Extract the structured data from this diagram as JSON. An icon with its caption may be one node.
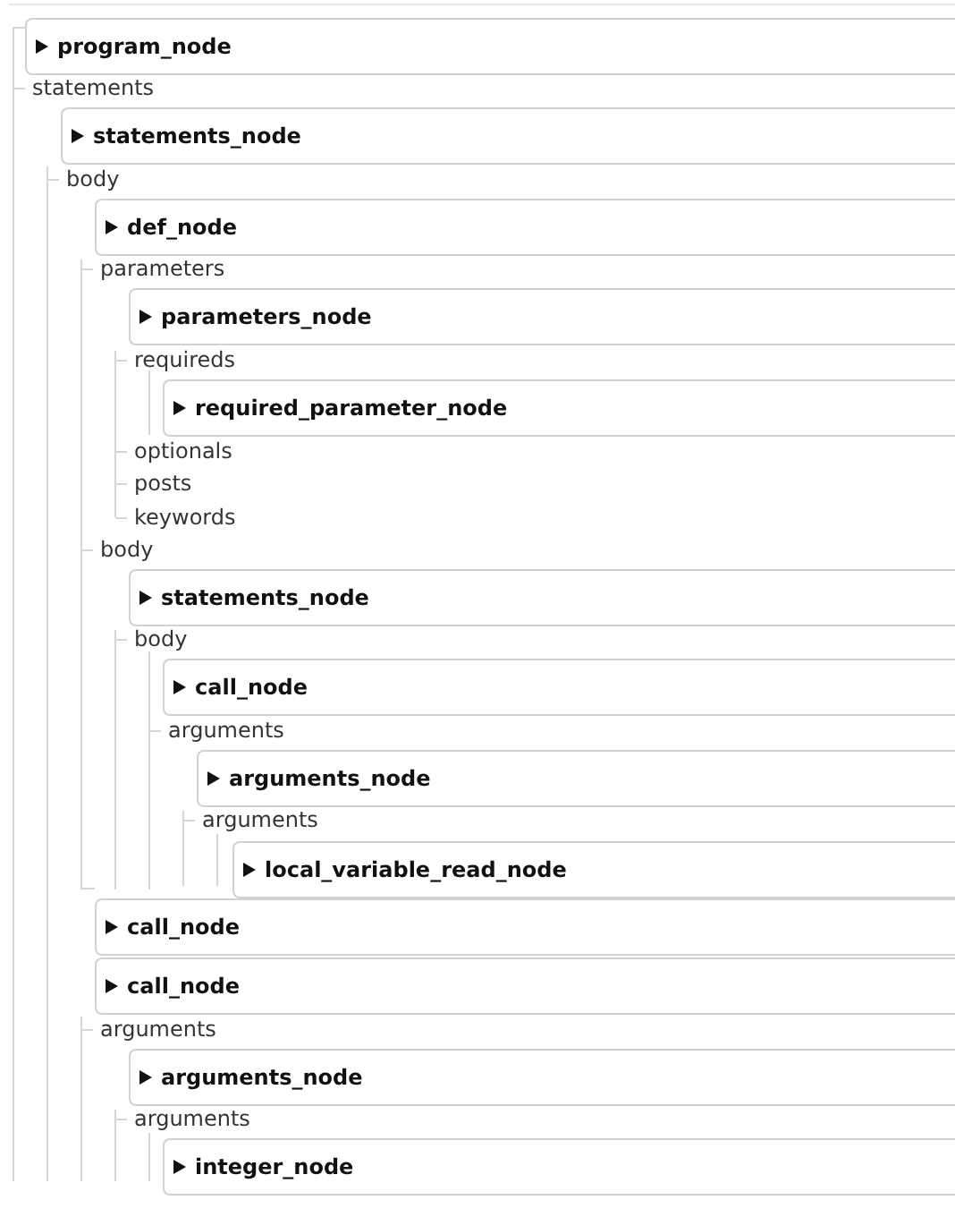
{
  "diagram": {
    "nodes": [
      {
        "text": [
          "program_node"
        ]
      },
      {
        "text": [
          "statements_node"
        ]
      },
      {
        "text": [
          "def_node"
        ]
      },
      {
        "text": [
          "parameters_node"
        ]
      },
      {
        "text": [
          "required_parameter_node"
        ]
      },
      {
        "text": [
          "statements_node"
        ]
      },
      {
        "text": [
          "call_node"
        ]
      },
      {
        "text": [
          "arguments_node"
        ]
      },
      {
        "text": [
          "local_variable_read_node"
        ]
      },
      {
        "text": [
          "call_node"
        ]
      },
      {
        "text": [
          "call_node"
        ]
      },
      {
        "text": [
          "arguments_node"
        ]
      },
      {
        "text": [
          "integer_node"
        ]
      }
    ],
    "labels": [
      "statements",
      "body",
      "parameters",
      "requireds",
      "optionals",
      "posts",
      "keywords",
      "body",
      "body",
      "arguments",
      "arguments",
      "arguments",
      "arguments"
    ]
  }
}
